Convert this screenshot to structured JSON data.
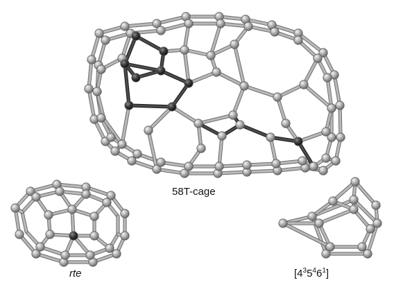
{
  "labels": {
    "cage": "58T-cage",
    "rte": "rte",
    "small": {
      "open": "[",
      "b1": "4",
      "e1": "3",
      "b2": "5",
      "e2": "4",
      "b3": "6",
      "e3": "1",
      "close": "]"
    }
  },
  "colors": {
    "light_atom": "#a7a7a7",
    "dark_atom": "#2b2b2b",
    "bond_outline": "#6e6e6e",
    "bond_fill": "#b9b9b9"
  }
}
